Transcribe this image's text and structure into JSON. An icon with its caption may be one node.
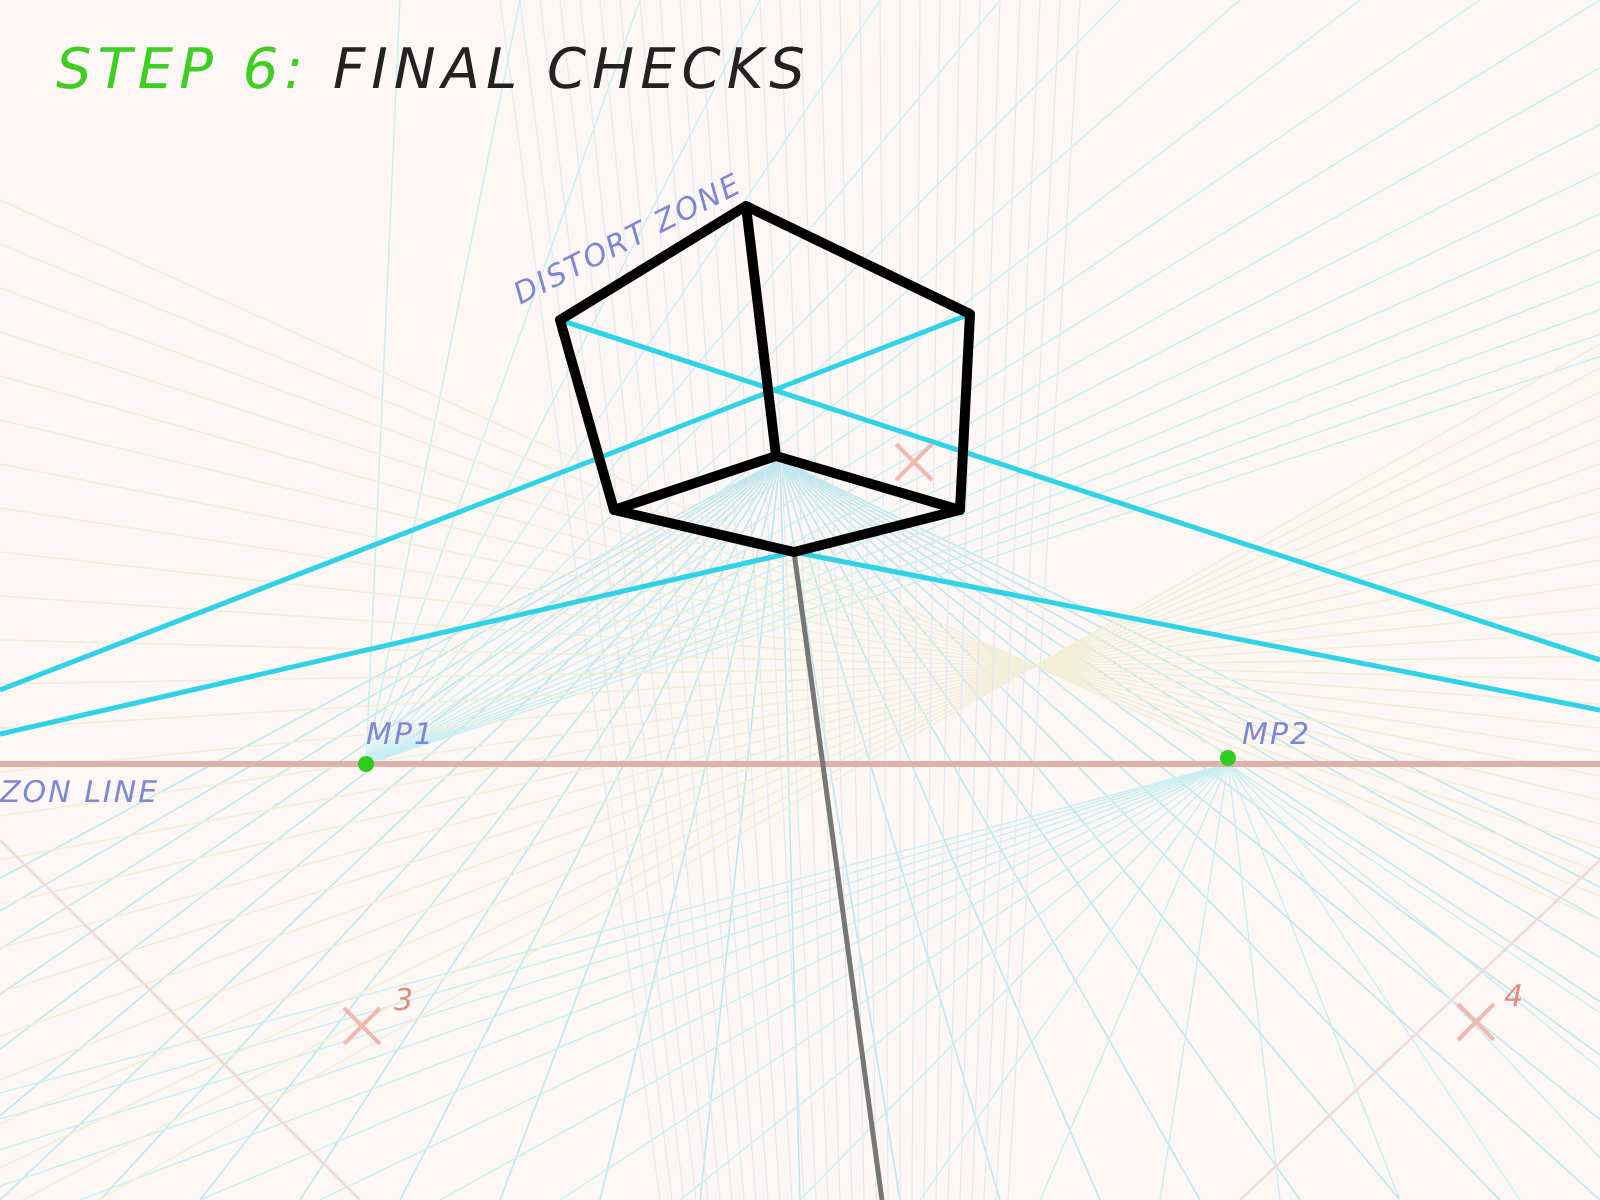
{
  "diagram": {
    "title": "STEP 6: FINAL CHECKS",
    "labels": [
      "DISTORT ZONE",
      "MP1",
      "MP2",
      "ZON LINE",
      "3",
      "4"
    ]
  }
}
